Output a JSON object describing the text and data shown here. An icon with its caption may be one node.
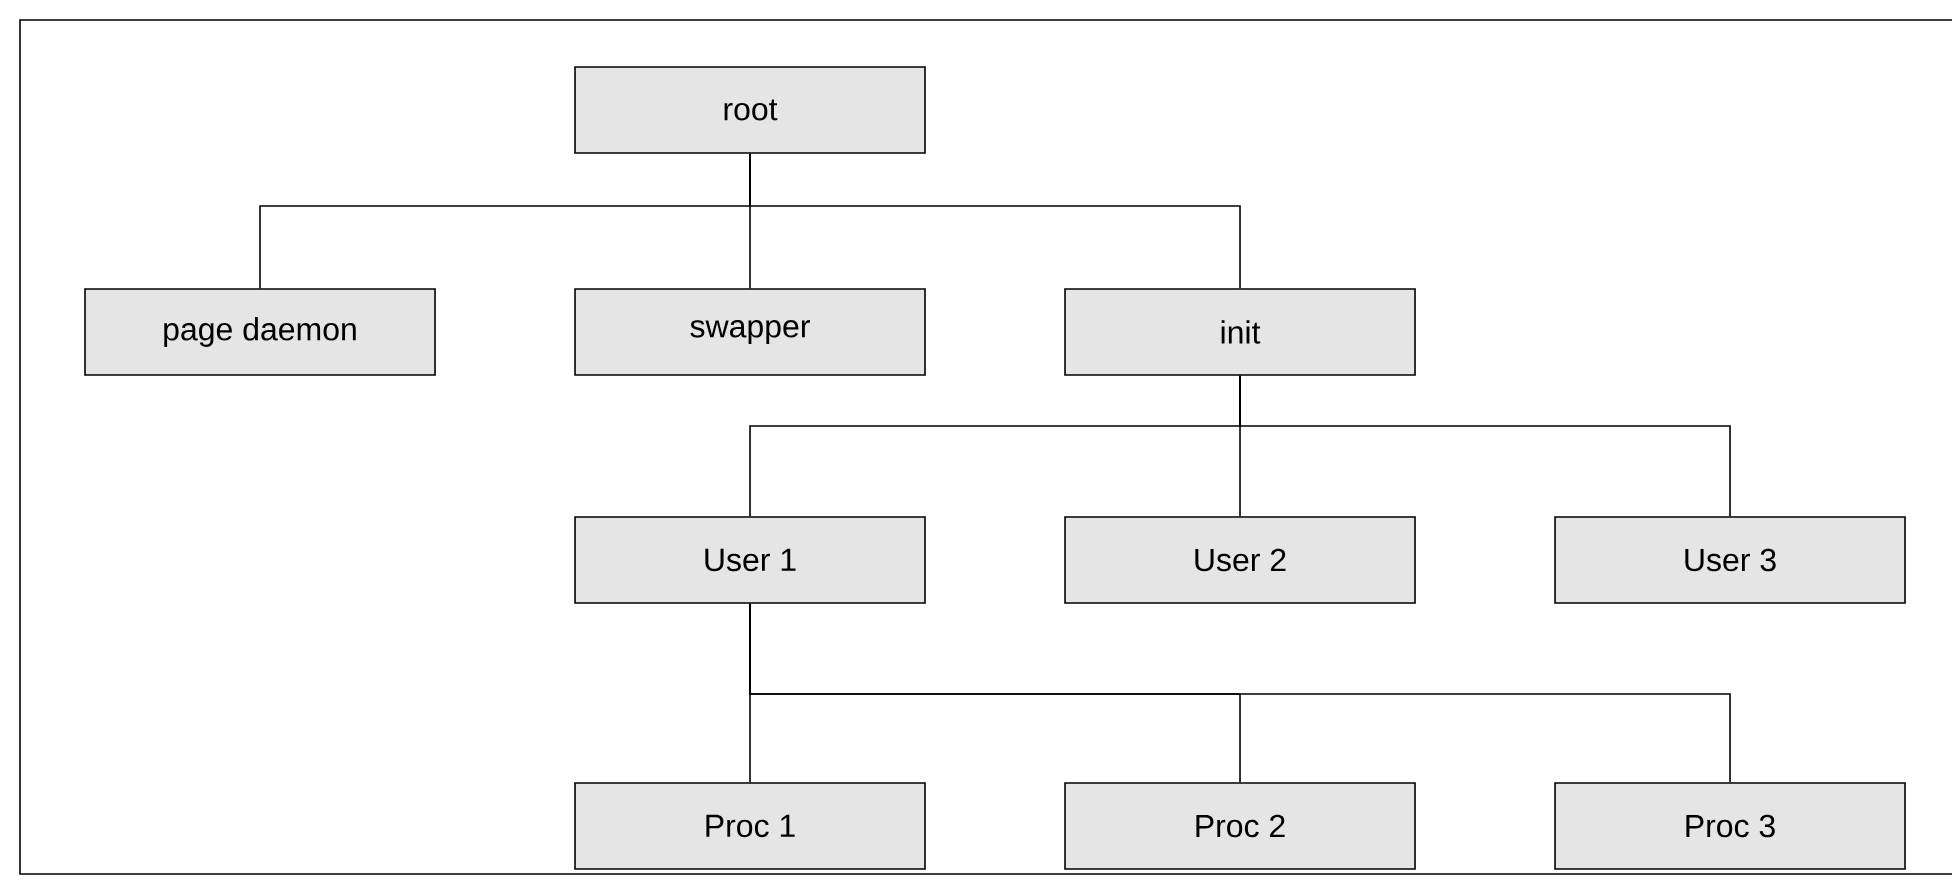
{
  "diagram": {
    "nodes": [
      {
        "text": [
          "root"
        ]
      },
      {
        "text": [
          "page daemon"
        ]
      },
      {
        "text": [
          "swapper"
        ]
      },
      {
        "text": [
          "init"
        ]
      },
      {
        "text": [
          "User 1"
        ]
      },
      {
        "text": [
          "User 2"
        ]
      },
      {
        "text": [
          "User 3"
        ]
      },
      {
        "text": [
          "Proc 1"
        ]
      },
      {
        "text": [
          "Proc 2"
        ]
      },
      {
        "text": [
          "Proc 3"
        ]
      }
    ],
    "edges": [
      {
        "from": 0,
        "to": 1,
        "arrow": "none"
      },
      {
        "from": 0,
        "to": 2,
        "arrow": "none"
      },
      {
        "from": 0,
        "to": 3,
        "arrow": "none"
      },
      {
        "from": 3,
        "to": 4,
        "arrow": "none"
      },
      {
        "from": 3,
        "to": 5,
        "arrow": "none"
      },
      {
        "from": 3,
        "to": 6,
        "arrow": "none"
      },
      {
        "from": 4,
        "to": 7,
        "arrow": "none"
      },
      {
        "from": 4,
        "to": 8,
        "arrow": "none"
      },
      {
        "from": 4,
        "to": 9,
        "arrow": "none"
      }
    ]
  }
}
